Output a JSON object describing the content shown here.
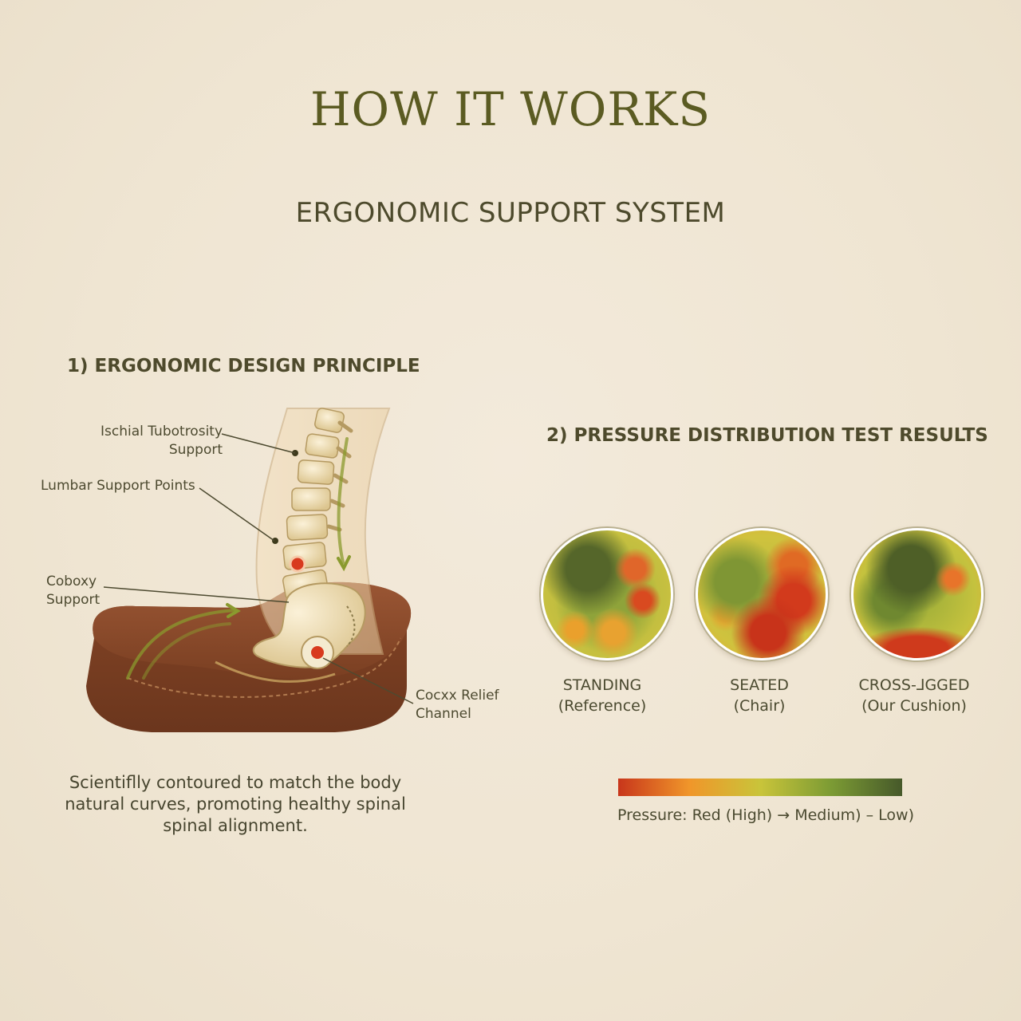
{
  "header": {
    "title": "HOW IT WORKS",
    "subtitle": "ERGONOMIC SUPPORT SYSTEM"
  },
  "section1": {
    "heading": "1) ERGONOMIC DESIGN PRINCIPLE",
    "callouts": {
      "ischial_line1": "Ischial Tubotrosity",
      "ischial_line2": "Support",
      "lumbar": "Lumbar Support Points",
      "coboxy_line1": "Coboxy",
      "coboxy_line2": "Support",
      "cocxx_line1": "Cocxx Relief",
      "cocxx_line2": "Channel"
    },
    "caption_lines": [
      "Scientiflly contoured to match the body",
      "natural curves, promoting healthy spinal",
      "spinal alignment."
    ]
  },
  "section2": {
    "heading": "2) PRESSURE DISTRIBUTION TEST RESULTS",
    "heatmaps": [
      {
        "label": "STANDING",
        "sublabel": "(Reference)"
      },
      {
        "label": "SEATED",
        "sublabel": "(Chair)"
      },
      {
        "label": "CROSS-⅃GGED",
        "sublabel": "(Our Cushion)"
      }
    ],
    "legend": {
      "text": "Pressure: Red (High) → Medium) – Low)",
      "colors": [
        "#c8361b",
        "#f0962a",
        "#c9c43a",
        "#7c9b34",
        "#46592a"
      ]
    }
  },
  "colors": {
    "background": "#efe5d2",
    "title": "#5b5b22",
    "cushion": "#8a4a2a",
    "arrow": "#8a9a2e"
  }
}
